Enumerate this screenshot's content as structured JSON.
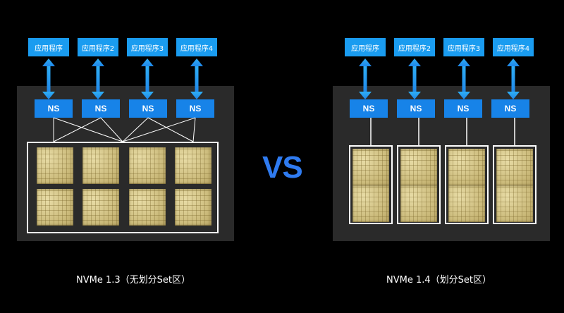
{
  "left": {
    "apps": [
      "应用程序",
      "应用程序2",
      "应用程序3",
      "应用程序4"
    ],
    "ns": [
      "NS",
      "NS",
      "NS",
      "NS"
    ],
    "caption": "NVMe 1.3（无划分Set区）"
  },
  "right": {
    "apps": [
      "应用程序",
      "应用程序2",
      "应用程序3",
      "应用程序4"
    ],
    "ns": [
      "NS",
      "NS",
      "NS",
      "NS"
    ],
    "caption": "NVMe 1.4（划分Set区）"
  },
  "vs_label": "VS",
  "colors": {
    "app_blue": "#1a9cf0",
    "ns_blue": "#1783e8",
    "panel": "#2a2a2a",
    "vs": "#2f7bf0"
  }
}
